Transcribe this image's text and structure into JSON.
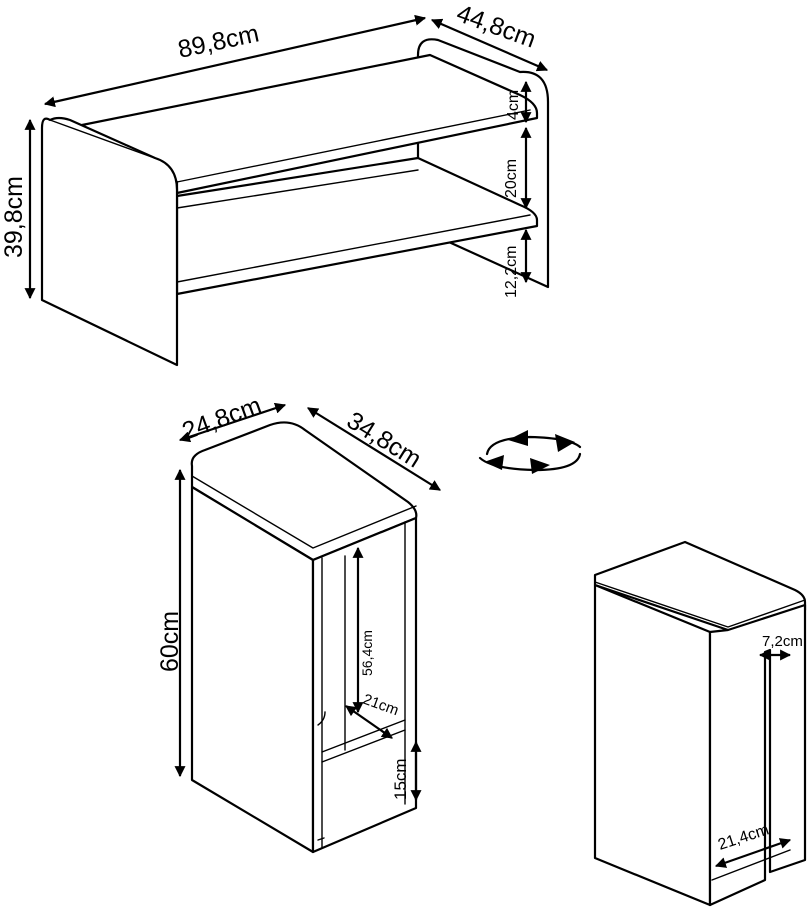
{
  "dimensions": {
    "bench_width": "89,8cm",
    "bench_depth": "44,8cm",
    "bench_height": "39,8cm",
    "bench_top_gap": "4cm",
    "bench_mid_gap": "20cm",
    "bench_bottom_gap": "12,2cm",
    "cabinet_width": "24,8cm",
    "cabinet_depth": "34,8cm",
    "cabinet_height": "60cm",
    "cabinet_inner_height": "56,4cm",
    "cabinet_shelf_depth": "21cm",
    "cabinet_bottom_height": "15cm",
    "side_gap": "7,2cm",
    "side_inner_width": "21,4cm"
  },
  "icons": {
    "rotate": "rotate-arrows-icon"
  },
  "colors": {
    "line": "#000000",
    "background": "#ffffff"
  }
}
